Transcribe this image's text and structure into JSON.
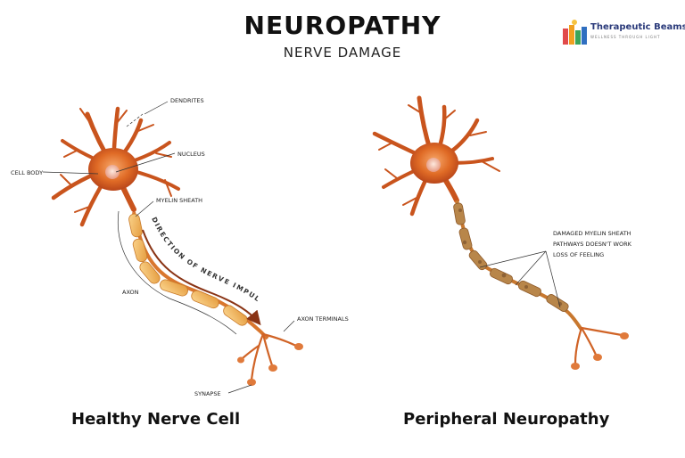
{
  "header": {
    "title": "NEUROPATHY",
    "subtitle": "NERVE DAMAGE"
  },
  "logo": {
    "name": "Therapeutic Beams",
    "tagline": "WELLNESS THROUGH LIGHT"
  },
  "healthy": {
    "labels": {
      "dendrites": "DENDRITES",
      "nucleus": "NUCLEUS",
      "cell_body": "CELL BODY",
      "myelin_sheath": "MYELIN SHEATH",
      "axon": "AXON",
      "axon_terminals": "AXON TERMINALS",
      "synapse": "SYNAPSE",
      "direction": "DIRECTION OF NERVE IMPULSE"
    },
    "caption": "Healthy Nerve Cell"
  },
  "damaged": {
    "labels": {
      "line1": "DAMAGED MYELIN SHEATH",
      "line2": "PATHWAYS DOESN'T WORK",
      "line3": "LOSS OF FEELING"
    },
    "caption": "Peripheral Neuropathy"
  },
  "colors": {
    "dendrite": "#c9541d",
    "cell_body": "#d8661f",
    "myelin": "#f2b25a",
    "myelin_damaged": "#b8864a",
    "arrow": "#8a3415"
  }
}
